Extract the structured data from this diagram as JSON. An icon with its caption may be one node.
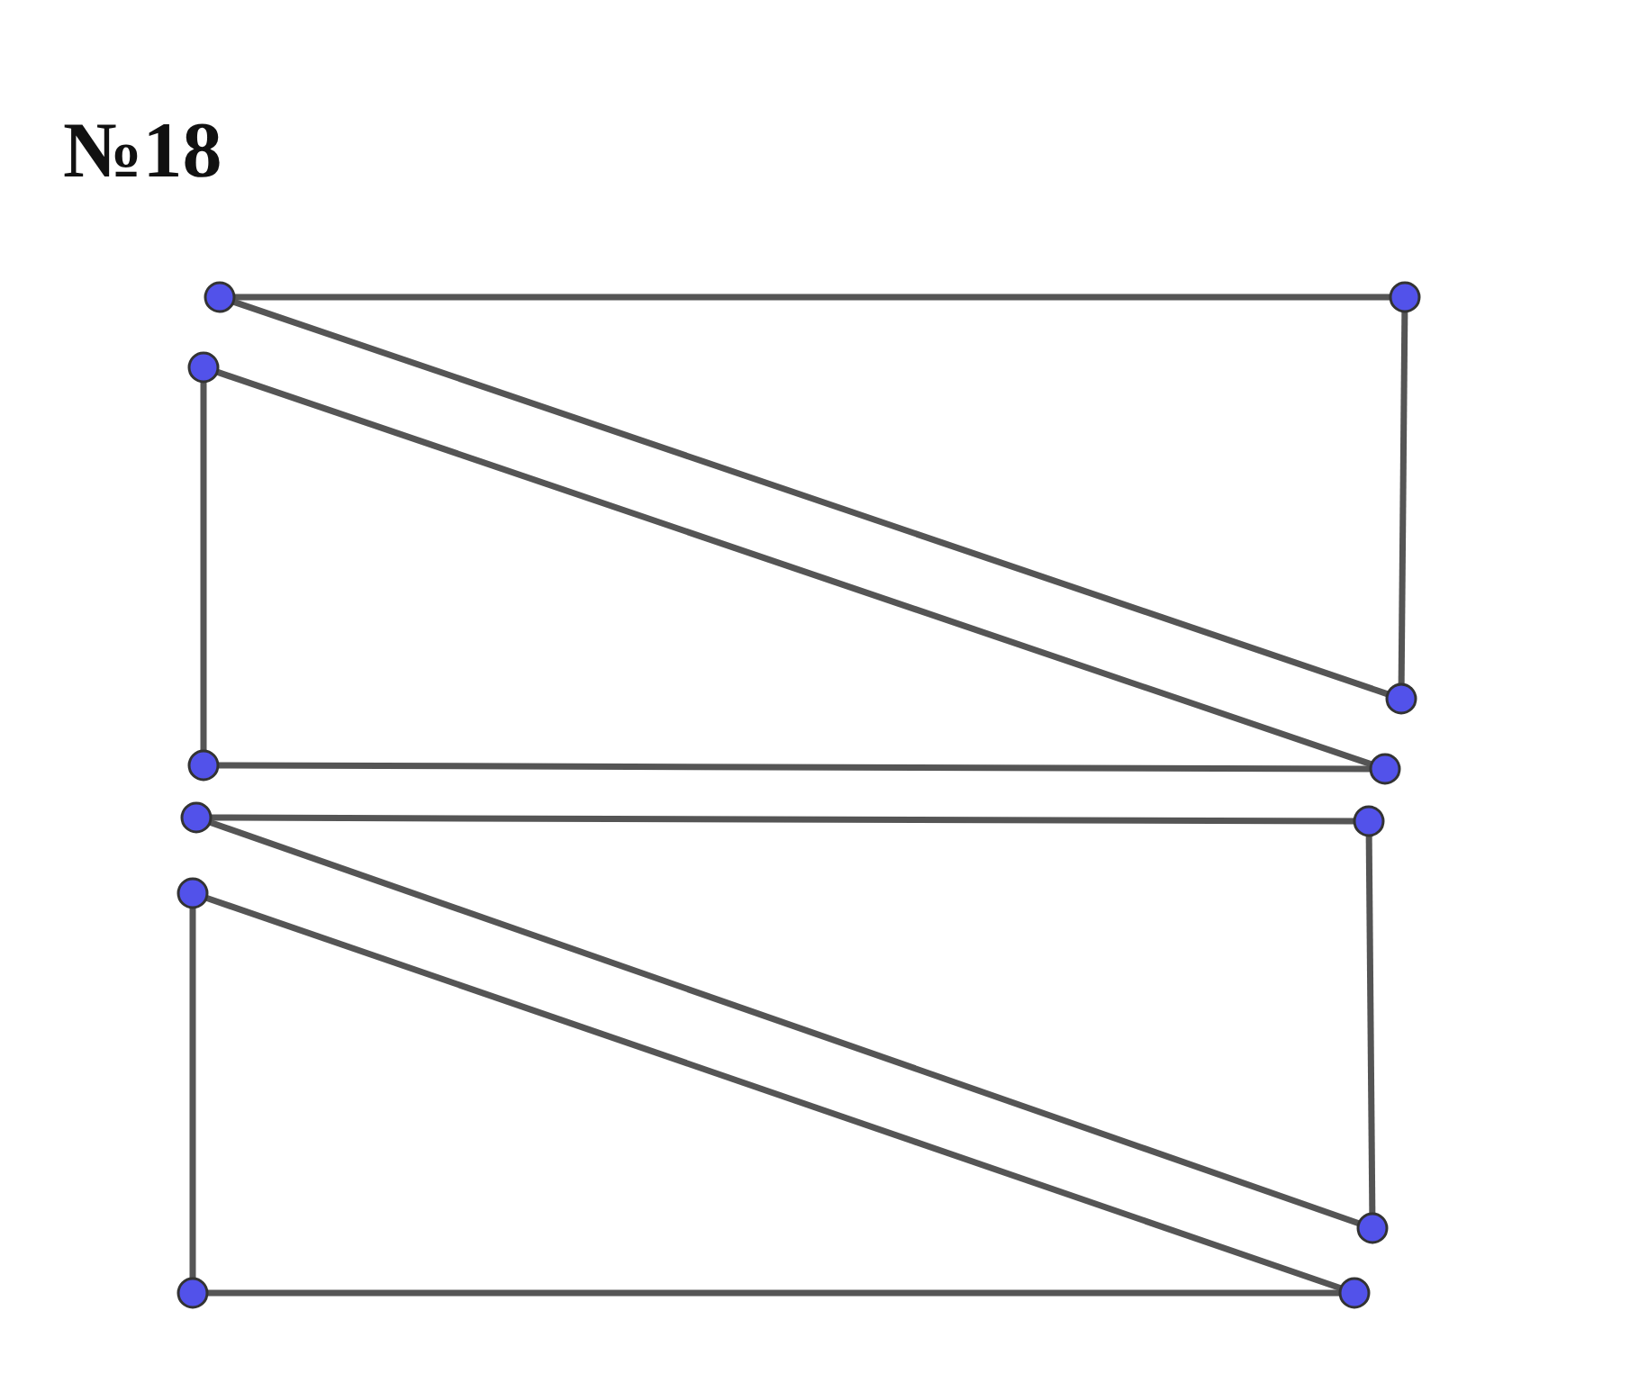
{
  "diagram": {
    "title": "№18",
    "nodes": [
      {
        "text": [],
        "shape": "circle"
      },
      {
        "text": [],
        "shape": "circle"
      },
      {
        "text": [],
        "shape": "circle"
      },
      {
        "text": [],
        "shape": "circle"
      },
      {
        "text": [],
        "shape": "circle"
      },
      {
        "text": [],
        "shape": "circle"
      },
      {
        "text": [],
        "shape": "circle"
      },
      {
        "text": [],
        "shape": "circle"
      },
      {
        "text": [],
        "shape": "circle"
      },
      {
        "text": [],
        "shape": "circle"
      },
      {
        "text": [],
        "shape": "circle"
      },
      {
        "text": [],
        "shape": "circle"
      }
    ],
    "edges": [
      {
        "from": 0,
        "to": 1,
        "arrow": "none"
      },
      {
        "from": 1,
        "to": 3,
        "arrow": "none"
      },
      {
        "from": 0,
        "to": 3,
        "arrow": "none"
      },
      {
        "from": 2,
        "to": 5,
        "arrow": "none"
      },
      {
        "from": 2,
        "to": 4,
        "arrow": "none"
      },
      {
        "from": 4,
        "to": 5,
        "arrow": "none"
      },
      {
        "from": 6,
        "to": 7,
        "arrow": "none"
      },
      {
        "from": 7,
        "to": 9,
        "arrow": "none"
      },
      {
        "from": 6,
        "to": 9,
        "arrow": "none"
      },
      {
        "from": 8,
        "to": 11,
        "arrow": "none"
      },
      {
        "from": 8,
        "to": 10,
        "arrow": "none"
      },
      {
        "from": 10,
        "to": 11,
        "arrow": "none"
      }
    ]
  }
}
